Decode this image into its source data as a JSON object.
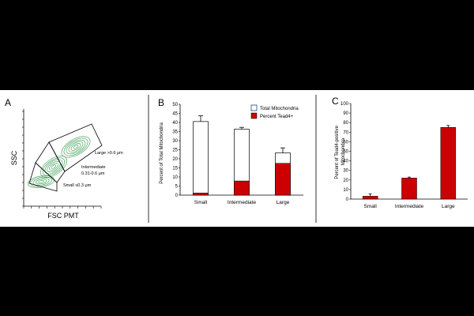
{
  "colors": {
    "total": "#ffffff",
    "tead": "#cc0000",
    "contour": "#2e9a4a",
    "axis": "#000000"
  },
  "panels": {
    "a": {
      "letter": "A",
      "ylabel": "SSC",
      "xlabel": "FSC PMT",
      "gates": {
        "large": "Large >0.6 μm",
        "intermediate_name": "Intermediate",
        "intermediate_range": "0.31-0.6 μm",
        "small": "Small ≤0.3 μm"
      }
    },
    "b": {
      "letter": "B"
    },
    "c": {
      "letter": "C"
    }
  },
  "chart_data": [
    {
      "type": "bar",
      "panel": "B",
      "categories": [
        "Small",
        "Intermediate",
        "Large"
      ],
      "series": [
        {
          "name": "Total Mitochondria",
          "values": [
            40.5,
            36.3,
            23.2
          ],
          "errors": [
            3.2,
            1.0,
            2.8
          ]
        },
        {
          "name": "Percent Tead4+",
          "values": [
            1.2,
            7.8,
            17.5
          ]
        }
      ],
      "title": "",
      "xlabel": "",
      "ylabel": "Percent of Total Mitochondria",
      "ylim": [
        0,
        50
      ],
      "yticks": [
        0,
        5,
        10,
        15,
        20,
        25,
        30,
        35,
        40,
        45,
        50
      ],
      "legend": "top-right"
    },
    {
      "type": "bar",
      "panel": "C",
      "categories": [
        "Small",
        "Intermediate",
        "Large"
      ],
      "values": [
        3,
        22,
        75
      ],
      "errors": [
        2.5,
        1.0,
        2.0
      ],
      "title": "",
      "xlabel": "",
      "ylabel": "Percent of Tead4-positive Mitochondria",
      "ylim": [
        0,
        100
      ],
      "yticks": [
        0,
        10,
        20,
        30,
        40,
        50,
        60,
        70,
        80,
        90,
        100
      ]
    }
  ]
}
